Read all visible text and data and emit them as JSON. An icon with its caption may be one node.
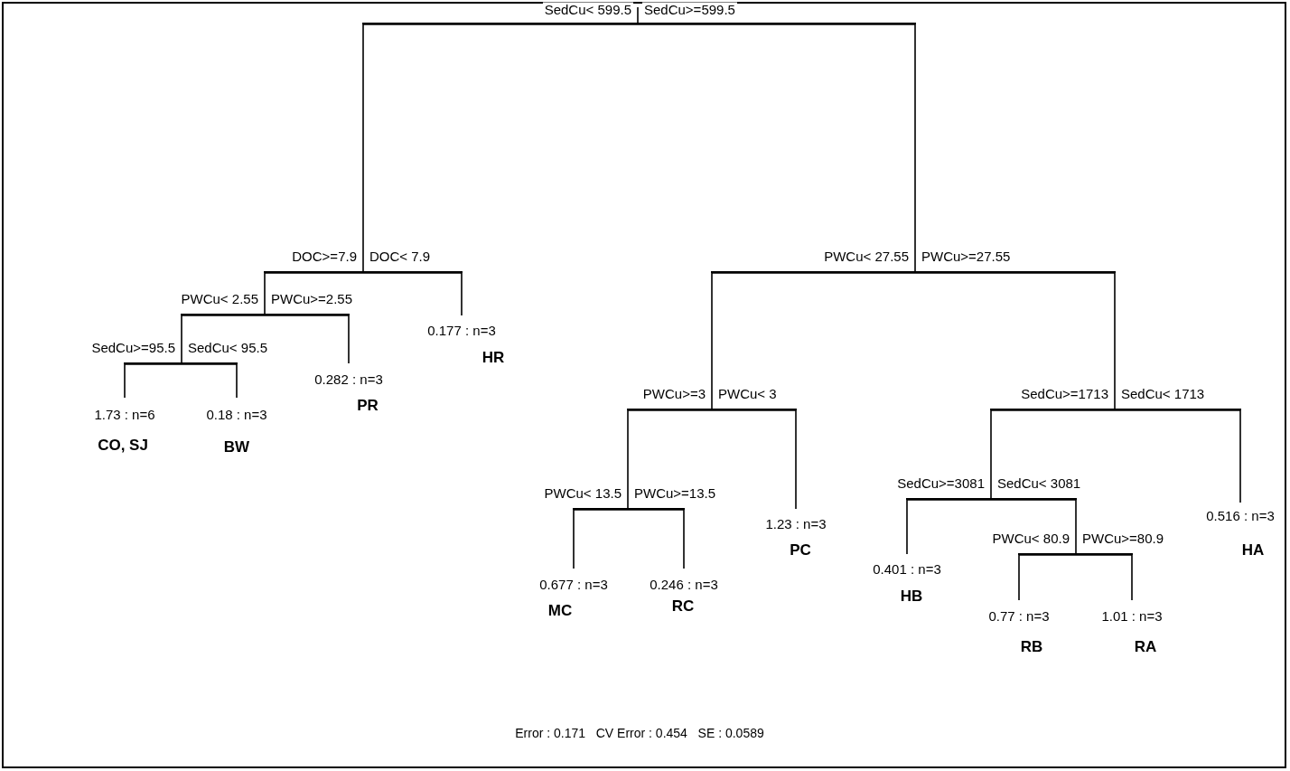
{
  "diagram": {
    "nodes": [
      {
        "text": [],
        "shape": "bar"
      },
      {
        "text": [],
        "shape": "bar"
      },
      {
        "text": [],
        "shape": "bar"
      },
      {
        "text": [],
        "shape": "bar"
      },
      {
        "text": [
          "1.73 : n=6",
          "CO, SJ"
        ]
      },
      {
        "text": [
          "0.18 : n=3",
          "BW"
        ]
      },
      {
        "text": [
          "0.282 : n=3",
          "PR"
        ]
      },
      {
        "text": [
          "0.177 : n=3",
          "HR"
        ]
      },
      {
        "text": [],
        "shape": "bar"
      },
      {
        "text": [],
        "shape": "bar"
      },
      {
        "text": [],
        "shape": "bar"
      },
      {
        "text": [
          "0.677 : n=3",
          "MC"
        ]
      },
      {
        "text": [
          "0.246 : n=3",
          "RC"
        ]
      },
      {
        "text": [
          "1.23 : n=3",
          "PC"
        ]
      },
      {
        "text": [],
        "shape": "bar"
      },
      {
        "text": [],
        "shape": "bar"
      },
      {
        "text": [
          "0.401 : n=3",
          "HB"
        ]
      },
      {
        "text": [],
        "shape": "bar"
      },
      {
        "text": [
          "0.77 : n=3",
          "RB"
        ]
      },
      {
        "text": [
          "1.01 : n=3",
          "RA"
        ]
      },
      {
        "text": [
          "0.516 : n=3",
          "HA"
        ]
      }
    ],
    "edges": [
      {
        "from": 0,
        "to": 1,
        "arrow": "none",
        "label": "SedCu< 599.5"
      },
      {
        "from": 0,
        "to": 8,
        "arrow": "none",
        "label": "SedCu>=599.5"
      },
      {
        "from": 1,
        "to": 2,
        "arrow": "none",
        "label": "DOC>=7.9"
      },
      {
        "from": 1,
        "to": 7,
        "arrow": "none",
        "label": "DOC< 7.9"
      },
      {
        "from": 2,
        "to": 3,
        "arrow": "none",
        "label": "PWCu< 2.55"
      },
      {
        "from": 2,
        "to": 6,
        "arrow": "none",
        "label": "PWCu>=2.55"
      },
      {
        "from": 3,
        "to": 4,
        "arrow": "none",
        "label": "SedCu>=95.5"
      },
      {
        "from": 3,
        "to": 5,
        "arrow": "none",
        "label": "SedCu< 95.5"
      },
      {
        "from": 8,
        "to": 9,
        "arrow": "none",
        "label": "PWCu< 27.55"
      },
      {
        "from": 8,
        "to": 14,
        "arrow": "none",
        "label": "PWCu>=27.55"
      },
      {
        "from": 9,
        "to": 10,
        "arrow": "none",
        "label": "PWCu>=3"
      },
      {
        "from": 9,
        "to": 13,
        "arrow": "none",
        "label": "PWCu< 3"
      },
      {
        "from": 10,
        "to": 11,
        "arrow": "none",
        "label": "PWCu< 13.5"
      },
      {
        "from": 10,
        "to": 12,
        "arrow": "none",
        "label": "PWCu>=13.5"
      },
      {
        "from": 14,
        "to": 15,
        "arrow": "none",
        "label": "SedCu>=1713"
      },
      {
        "from": 14,
        "to": 20,
        "arrow": "none",
        "label": "SedCu< 1713"
      },
      {
        "from": 15,
        "to": 16,
        "arrow": "none",
        "label": "SedCu>=3081"
      },
      {
        "from": 15,
        "to": 17,
        "arrow": "none",
        "label": "SedCu< 3081"
      },
      {
        "from": 17,
        "to": 18,
        "arrow": "none",
        "label": "PWCu< 80.9"
      },
      {
        "from": 17,
        "to": 19,
        "arrow": "none",
        "label": "PWCu>=80.9"
      }
    ],
    "labels": [
      "Error : 0.171   CV Error : 0.454   SE : 0.0589"
    ]
  }
}
